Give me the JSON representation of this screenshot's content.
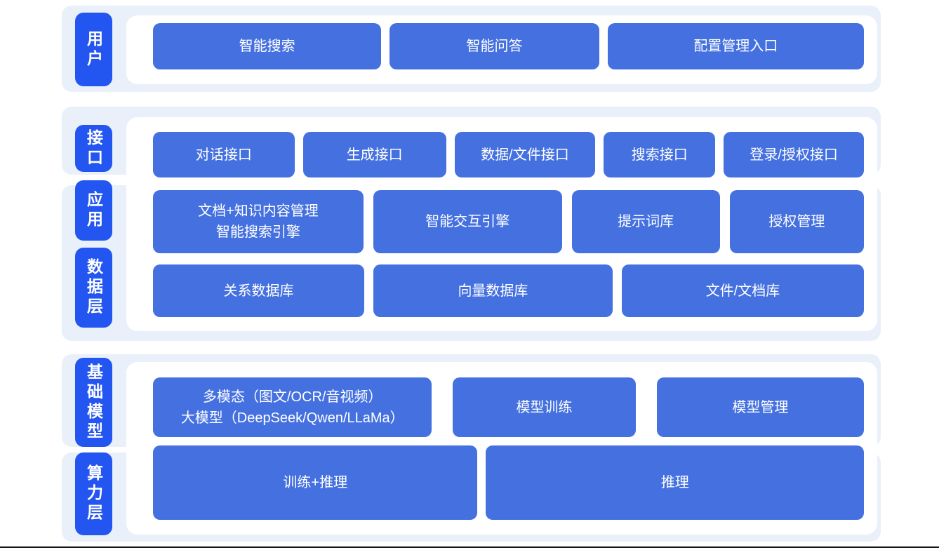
{
  "colors": {
    "section_bg": "#eaf0f9",
    "label_bg": "#2355f1",
    "node_bg": "#4571e0",
    "node_text": "#ffffff",
    "bottom_rule": "#141414"
  },
  "layers": {
    "user": {
      "label": "用户",
      "nodes": [
        "智能搜索",
        "智能问答",
        "配置管理入口"
      ]
    },
    "interface": {
      "label": "接口",
      "nodes": [
        "对话接口",
        "生成接口",
        "数据/文件接口",
        "搜索接口",
        "登录/授权接口"
      ]
    },
    "application": {
      "label": "应用",
      "nodes": [
        "文档+知识内容管理\n智能搜索引擎",
        "智能交互引擎",
        "提示词库",
        "授权管理"
      ]
    },
    "data": {
      "label": "数据层",
      "nodes": [
        "关系数据库",
        "向量数据库",
        "文件/文档库"
      ]
    },
    "foundation": {
      "label": "基础模型",
      "nodes": [
        "多模态（图文/OCR/音视频）\n大模型（DeepSeek/Qwen/LLaMa）",
        "模型训练",
        "模型管理"
      ]
    },
    "compute": {
      "label": "算力层",
      "nodes": [
        "训练+推理",
        "推理"
      ]
    }
  }
}
